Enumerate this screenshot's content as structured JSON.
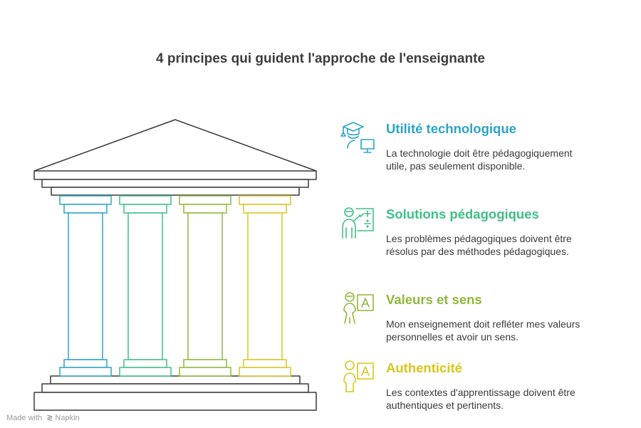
{
  "title": "4 principes qui guident l'approche de l'enseignante",
  "colors": {
    "outline": "#3a3a3a",
    "blue": "#2aa4c8",
    "green": "#3fbf86",
    "olive": "#8fb83a",
    "yellow": "#d8c51e"
  },
  "principles": [
    {
      "heading": "Utilité technologique",
      "description": "La technologie doit être pédagogiquement utile, pas seulement disponible.",
      "color": "#2aa4c8",
      "icon": "graduate-computer-icon"
    },
    {
      "heading": "Solutions pédagogiques",
      "description": "Les problèmes pédagogiques doivent être résolus par des méthodes pédagogiques.",
      "color": "#3fbf86",
      "icon": "teacher-math-board-icon"
    },
    {
      "heading": "Valeurs et sens",
      "description": "Mon enseignement doit refléter mes valeurs personnelles et avoir un sens.",
      "color": "#8fb83a",
      "icon": "person-letter-board-icon"
    },
    {
      "heading": "Authenticité",
      "description": "Les contextes d'apprentissage doivent être authentiques et pertinents.",
      "color": "#d8c51e",
      "icon": "person-letter-board-icon"
    }
  ],
  "footer": {
    "made_with": "Made with",
    "brand": "Napkin"
  }
}
